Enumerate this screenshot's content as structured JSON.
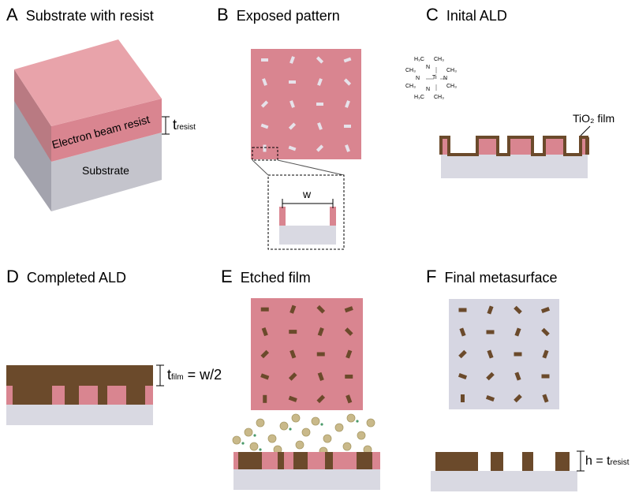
{
  "colors": {
    "resist": "#d98590",
    "resist_light": "#e8a3aa",
    "substrate_top": "#d9d9e2",
    "substrate_side": "#a3a3ad",
    "substrate_front": "#c4c4cc",
    "tio2": "#6b4a2b",
    "metasurface_bg": "#d6d6e2",
    "etch_ball": "#c9b98a",
    "etch_dot": "#4a9a6a"
  },
  "panels": {
    "A": {
      "letter": "A",
      "title": "Substrate with resist",
      "resist_label": "Electron beam resist",
      "substrate_label": "Substrate",
      "t_main": "t",
      "t_sub": "resist"
    },
    "B": {
      "letter": "B",
      "title": "Exposed pattern",
      "width_label": "w"
    },
    "C": {
      "letter": "C",
      "title": "Inital ALD",
      "film_label": "TiO₂ film",
      "molecule": {
        "center": "Ti",
        "n_label": "N",
        "methyl": "CH₃",
        "methyl_left": "H₃C"
      }
    },
    "D": {
      "letter": "D",
      "title": "Completed ALD",
      "t_main": "t",
      "t_sub": "film",
      "t_suffix": " = w/2"
    },
    "E": {
      "letter": "E",
      "title": "Etched film"
    },
    "F": {
      "letter": "F",
      "title": "Final metasurface",
      "h_main": "h = t",
      "h_sub": "resist"
    }
  }
}
